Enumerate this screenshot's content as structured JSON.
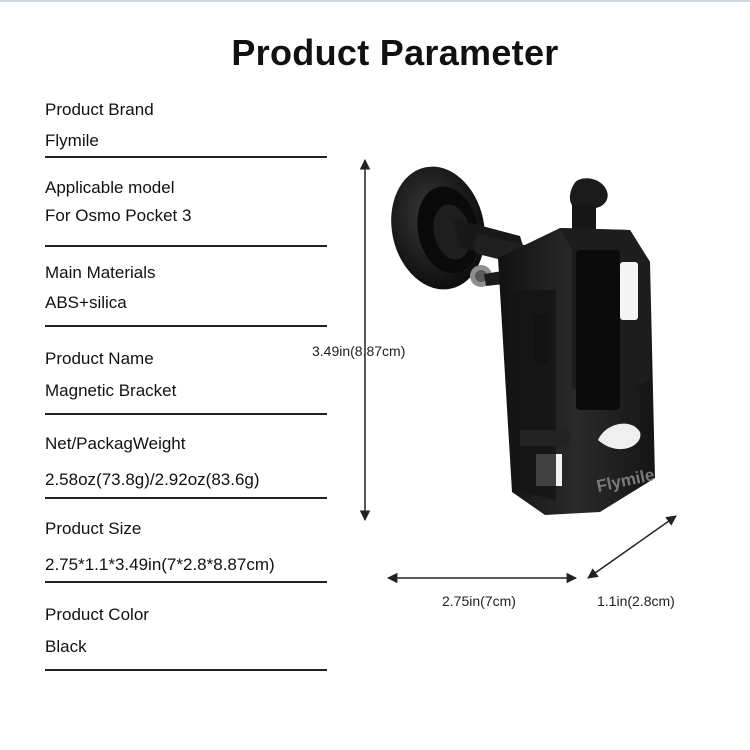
{
  "title": "Product Parameter",
  "parameters": [
    {
      "label": "Product Brand",
      "value": "Flymile"
    },
    {
      "label": "Applicable model",
      "value": "For Osmo Pocket 3"
    },
    {
      "label": "Main Materials",
      "value": "ABS+silica"
    },
    {
      "label": "Product Name",
      "value": "Magnetic Bracket"
    },
    {
      "label": "Net/PackagWeight",
      "value": "2.58oz(73.8g)/2.92oz(83.6g)"
    },
    {
      "label": "Product Size",
      "value": "2.75*1.1*3.49in(7*2.8*8.87cm)"
    },
    {
      "label": "Product Color",
      "value": "Black"
    }
  ],
  "dimensions": {
    "height": "3.49in(8.87cm)",
    "width": "2.75in(7cm)",
    "depth": "1.1in(2.8cm)"
  },
  "product_logo": "Flymile",
  "colors": {
    "product": "#1c1c1c",
    "text": "#111111",
    "rule": "#222222"
  }
}
